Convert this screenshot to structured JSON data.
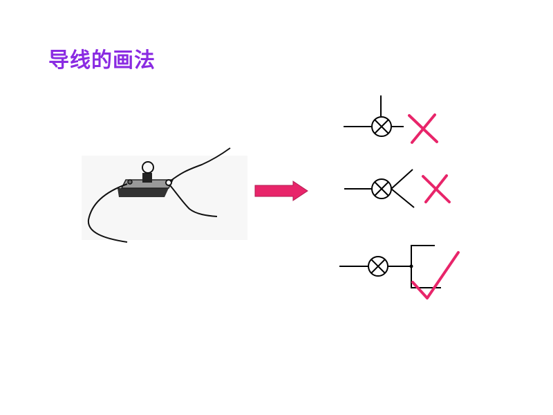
{
  "title": "导线的画法",
  "colors": {
    "title": "#8a2be2",
    "mark": "#e8256a",
    "ink": "#000000"
  },
  "icons": {
    "arrow": "right-arrow-icon",
    "wrong": "cross-mark-icon",
    "right": "check-mark-icon",
    "lamp": "lamp-symbol-icon"
  },
  "examples": [
    {
      "verdict": "wrong"
    },
    {
      "verdict": "wrong"
    },
    {
      "verdict": "right"
    }
  ]
}
